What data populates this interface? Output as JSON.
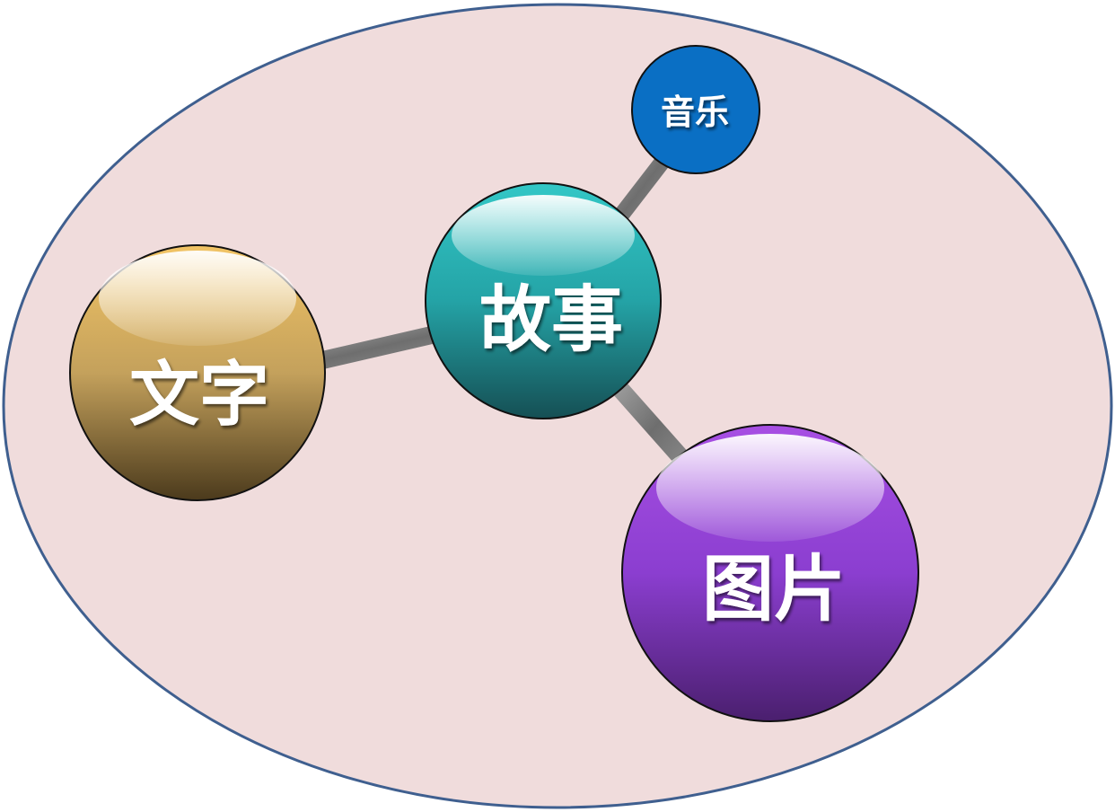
{
  "diagram": {
    "hub": {
      "label": "故事",
      "color": "#2aaeb0"
    },
    "nodes": [
      {
        "id": "text",
        "label": "文字",
        "color": "#c9a455"
      },
      {
        "id": "music",
        "label": "音乐",
        "color": "#0a6fc4"
      },
      {
        "id": "image",
        "label": "图片",
        "color": "#8a3dd0"
      }
    ],
    "background_color": "#f0dcdc",
    "border_color": "#3f5f8f",
    "connector_color": "#7d7d7d"
  }
}
